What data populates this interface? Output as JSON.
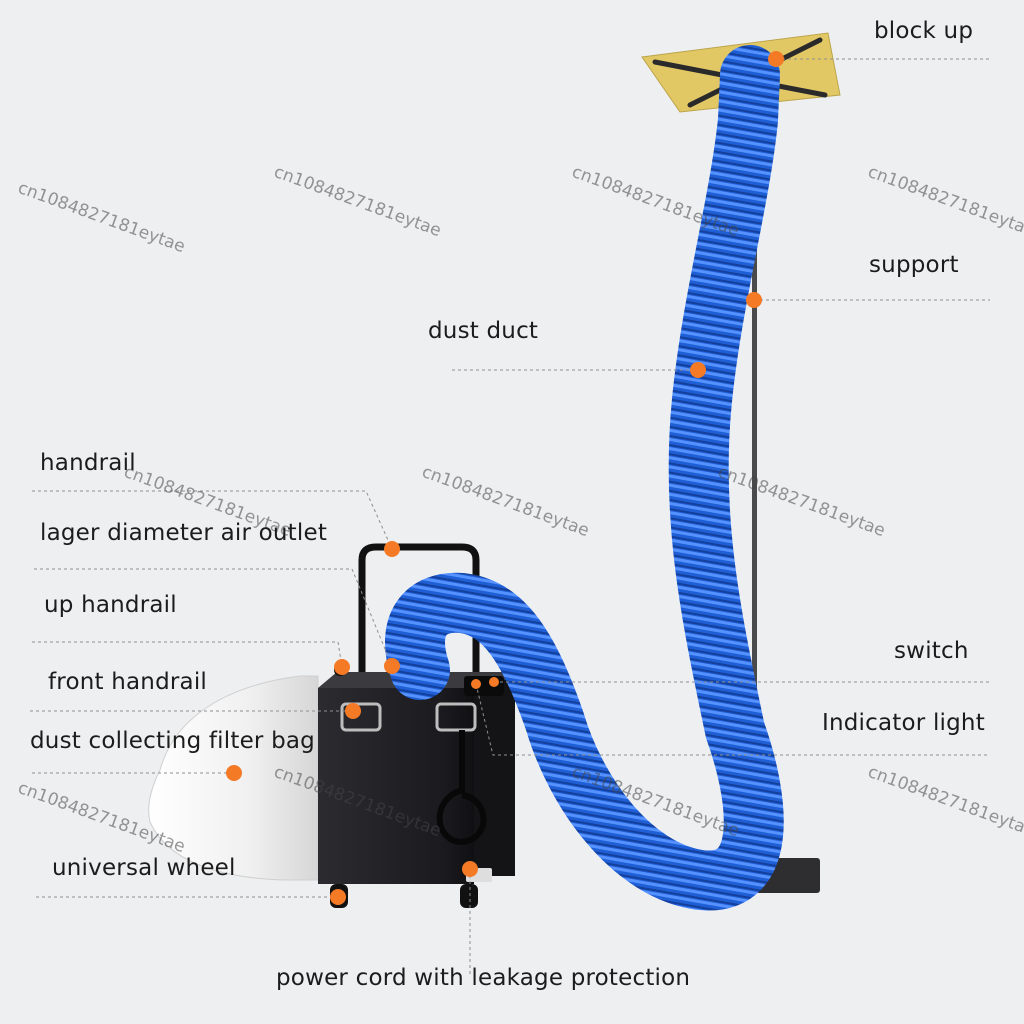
{
  "labels": {
    "block_up": "block up",
    "support": "support",
    "dust_duct": "dust duct",
    "handrail": "handrail",
    "air_outlet": "lager diameter air outlet",
    "up_handrail": "up handrail",
    "front_handrail": "front handrail",
    "filter_bag": "dust collecting filter bag",
    "universal_wheel": "universal wheel",
    "switch": "switch",
    "indicator_light": "Indicator light",
    "power_cord": "power cord with leakage protection"
  },
  "watermark": "cn1084827181eytae",
  "colors": {
    "marker": "#f57a26",
    "duct": "#1f5fd6",
    "cabinet": "#1e1e22",
    "plate": "#e2c865",
    "background": "#eeeff1"
  }
}
